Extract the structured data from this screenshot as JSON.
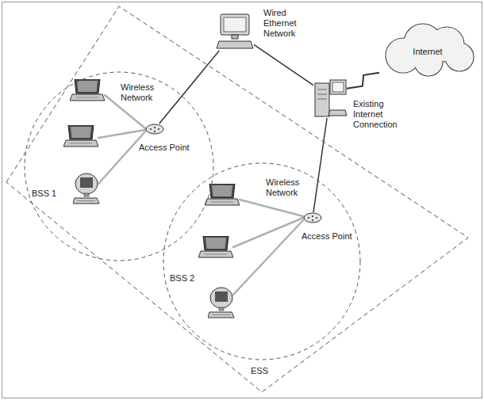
{
  "diagram": {
    "nodes": [
      {
        "text": [
          "ESS"
        ]
      },
      {
        "text": [
          "BSS 1"
        ],
        "in": 0
      },
      {
        "text": [
          "Access Point"
        ],
        "in": 1
      },
      {
        "text": [
          "BSS 2"
        ],
        "in": 0
      },
      {
        "text": [
          "Access Point"
        ],
        "in": 3
      },
      {
        "text": [
          "Wired Ethernet Network"
        ]
      },
      {
        "text": [
          "Existing Internet Connection"
        ]
      },
      {
        "text": [
          "Internet"
        ]
      }
    ],
    "edges": [
      {
        "from": 2,
        "to": 5,
        "arrow": "none"
      },
      {
        "from": 5,
        "to": 6,
        "arrow": "none"
      },
      {
        "from": 6,
        "to": 4,
        "arrow": "none"
      },
      {
        "from": 6,
        "to": 7,
        "arrow": "none"
      }
    ],
    "labels": [
      "Wireless Network",
      "Wireless Network"
    ]
  }
}
